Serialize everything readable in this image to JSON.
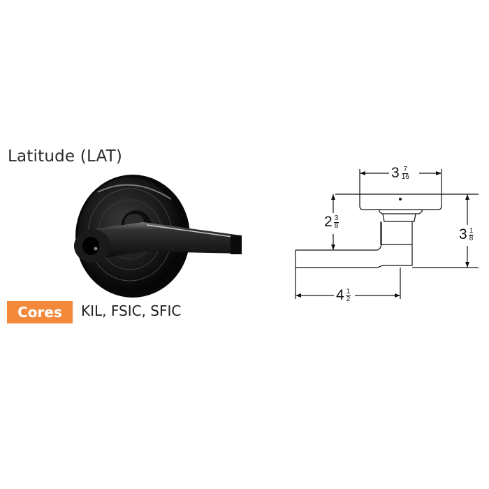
{
  "product": {
    "title": "Latitude (LAT)",
    "cores_label": "Cores",
    "cores_values": "KIL, FSIC, SFIC"
  },
  "colors": {
    "badge": "#f4893b",
    "finish": "#111111"
  },
  "dimensions": {
    "rose_diameter": {
      "whole": "3",
      "num": "7",
      "den": "16"
    },
    "lever_offset": {
      "whole": "2",
      "num": "3",
      "den": "8"
    },
    "projection": {
      "whole": "3",
      "num": "1",
      "den": "8"
    },
    "lever_length": {
      "whole": "4",
      "num": "1",
      "den": "2"
    }
  }
}
